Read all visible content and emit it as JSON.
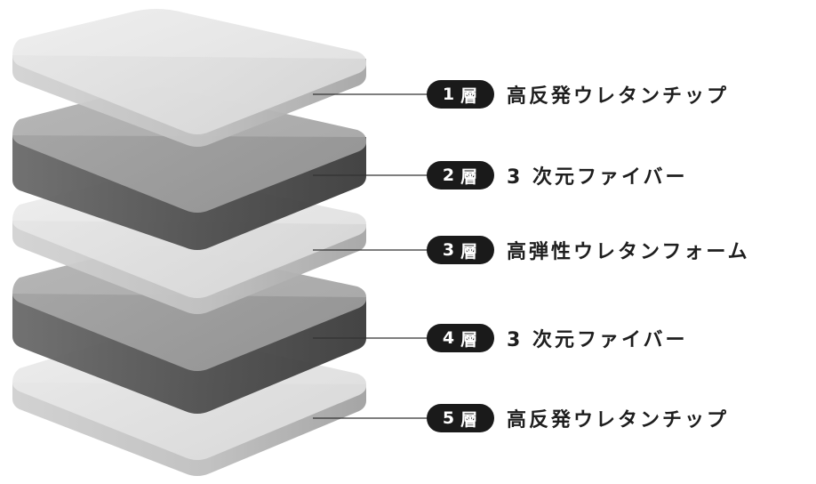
{
  "layers": [
    {
      "number": "1",
      "unit": "層",
      "material": "高反発ウレタンチップ",
      "color": "light"
    },
    {
      "number": "2",
      "unit": "層",
      "material": "3 次元ファイバー",
      "color": "dark"
    },
    {
      "number": "3",
      "unit": "層",
      "material": "高弾性ウレタンフォーム",
      "color": "light"
    },
    {
      "number": "4",
      "unit": "層",
      "material": "3 次元ファイバー",
      "color": "dark"
    },
    {
      "number": "5",
      "unit": "層",
      "material": "高反発ウレタンチップ",
      "color": "light"
    }
  ],
  "colors": {
    "light_top": "#e9e9e9",
    "light_side_left": "#c9c9c9",
    "light_side_right": "#a9a9a9",
    "dark_top": "#a3a3a3",
    "dark_side_left": "#5a5a5a",
    "dark_side_right": "#3c3c3c",
    "badge_bg": "#1a1a1a",
    "leader": "#333333"
  }
}
